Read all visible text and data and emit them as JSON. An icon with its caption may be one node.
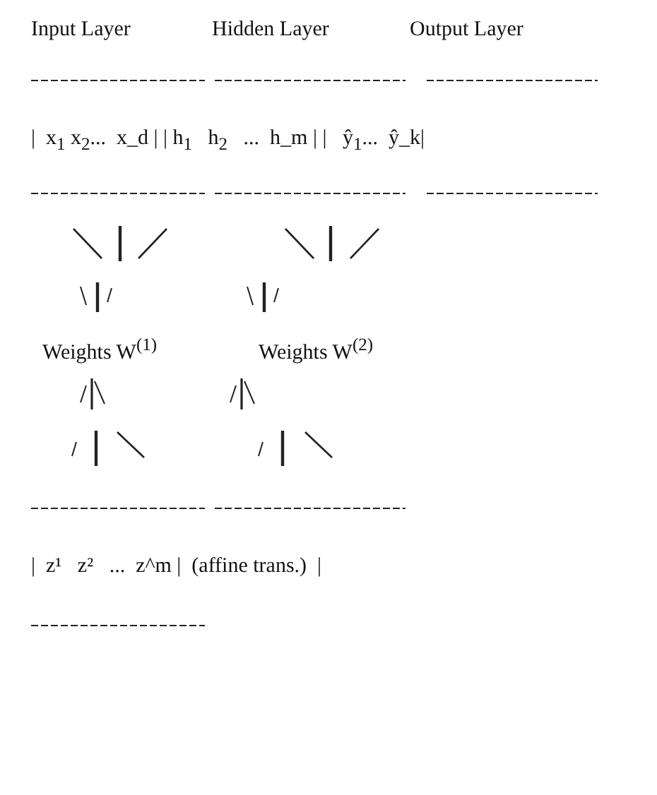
{
  "diagram": {
    "labels": [
      "Input Layer",
      "Hidden Layer",
      "Output Layer",
      "|  x$_{1}$ x$_{2}$...  x_d | | h$_{1}$   h$_{2}$   ...  h_m | |   ŷ$_{1}$...  ŷ_k|",
      "Weights W$^{(1)}$",
      "Weights W$^{(2)}$",
      "|  z¹   z²   ...  z^m |  (affine trans.)  |"
    ]
  }
}
